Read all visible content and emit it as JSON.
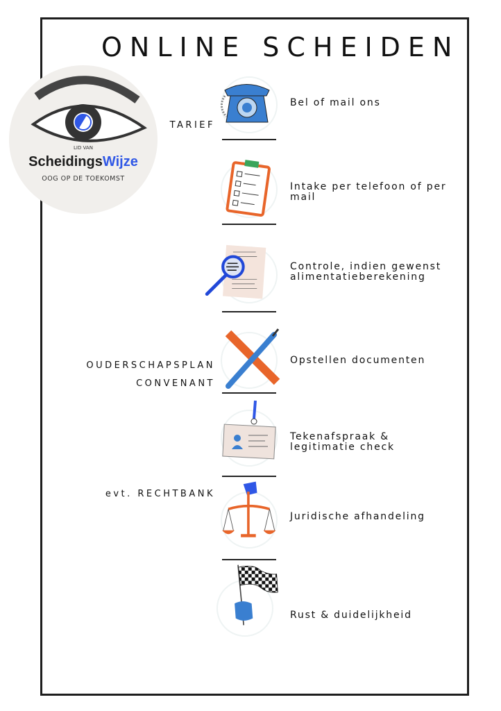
{
  "title": "ONLINE SCHEIDEN",
  "logo": {
    "lid": "LID VAN",
    "brand_part1": "Scheidings",
    "brand_part2": "Wijze",
    "tagline": "OOG OP DE TOEKOMST"
  },
  "left_labels": {
    "tarief": "TARIEF",
    "ouderschapsplan": "OUDERSCHAPSPLAN",
    "convenant": "CONVENANT",
    "rechtbank": "evt. RECHTBANK"
  },
  "steps": [
    {
      "text": "Bel of mail ons",
      "icon": "telephone-icon"
    },
    {
      "text": "Intake per telefoon of per mail",
      "icon": "clipboard-checklist-icon"
    },
    {
      "text": "Controle, indien gewenst alimentatieberekening",
      "icon": "magnifier-document-icon"
    },
    {
      "text": "Opstellen documenten",
      "icon": "ruler-pen-icon"
    },
    {
      "text": "Tekenafspraak & legitimatie check",
      "icon": "id-card-icon"
    },
    {
      "text": "Juridische afhandeling",
      "icon": "scales-icon"
    },
    {
      "text": "Rust & duidelijkheid",
      "icon": "checkered-flag-icon"
    }
  ],
  "colors": {
    "blue": "#3a7fd0",
    "orange": "#e8652a",
    "brand_blue": "#2f57e6"
  }
}
